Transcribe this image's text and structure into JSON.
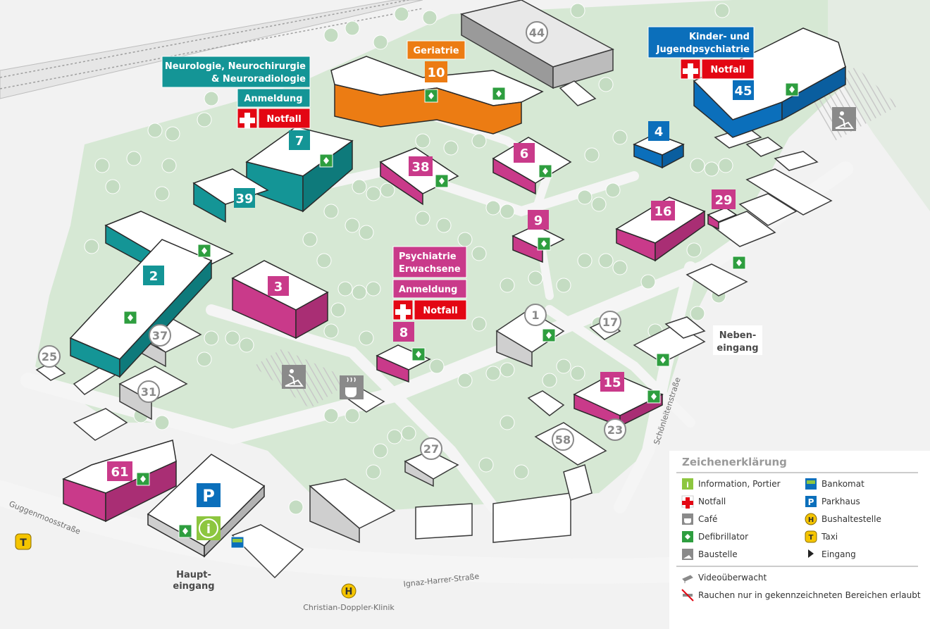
{
  "colors": {
    "teal": "#149596",
    "orange": "#ec7c13",
    "magenta": "#c93a8a",
    "blue": "#0b6fbb",
    "red": "#e30613",
    "green": "#2e9e3f",
    "grass": "#d6e8d4",
    "road": "#f4f4f4",
    "gray_num": "#8a8a8a"
  },
  "departments": {
    "neuro_line1": "Neurologie, Neurochirurgie",
    "neuro_line2": "& Neuroradiologie",
    "neuro_anmeldung": "Anmeldung",
    "neuro_notfall": "Notfall",
    "geriatrie": "Geriatrie",
    "kinder_line1": "Kinder- und",
    "kinder_line2": "Jugendpsychiatrie",
    "kinder_notfall": "Notfall",
    "psych_line1": "Psychiatrie",
    "psych_line2": "Erwachsene",
    "psych_anmeldung": "Anmeldung",
    "psych_notfall": "Notfall"
  },
  "buildings": {
    "b2": "2",
    "b3": "3",
    "b4": "4",
    "b6": "6",
    "b7": "7",
    "b8": "8",
    "b9": "9",
    "b10": "10",
    "b15": "15",
    "b16": "16",
    "b29": "29",
    "b38": "38",
    "b39": "39",
    "b44": "44",
    "b45": "45",
    "b61": "61",
    "b1": "1",
    "b17": "17",
    "b23": "23",
    "b25": "25",
    "b27": "27",
    "b31": "31",
    "b37": "37",
    "b58": "58"
  },
  "streets": {
    "guggenmoos": "Guggenmoosstraße",
    "ignaz": "Ignaz-Harrer-Straße",
    "schoenleiten": "Schönleitenstraße",
    "busstop": "Christian-Doppler-Klinik"
  },
  "entrances": {
    "haupt_line1": "Haupt-",
    "haupt_line2": "eingang",
    "neben_line1": "Neben-",
    "neben_line2": "eingang"
  },
  "legend": {
    "title": "Zeichenerklärung",
    "items": [
      {
        "label": "Information, Portier",
        "icon": "info-icon"
      },
      {
        "label": "Notfall",
        "icon": "emergency-cross-icon"
      },
      {
        "label": "Café",
        "icon": "coffee-icon"
      },
      {
        "label": "Defibrillator",
        "icon": "defibrillator-icon"
      },
      {
        "label": "Baustelle",
        "icon": "construction-icon"
      },
      {
        "label": "Bankomat",
        "icon": "atm-icon"
      },
      {
        "label": "Parkhaus",
        "icon": "parking-icon"
      },
      {
        "label": "Bushaltestelle",
        "icon": "bus-stop-icon"
      },
      {
        "label": "Taxi",
        "icon": "taxi-icon"
      },
      {
        "label": "Eingang",
        "icon": "entrance-arrow-icon"
      },
      {
        "label": "Videoüberwacht",
        "icon": "camera-icon"
      },
      {
        "label": "Rauchen nur in gekennzeichneten Bereichen erlaubt",
        "icon": "no-smoking-icon"
      }
    ]
  },
  "symbols": {
    "bus": "H",
    "taxi": "T",
    "parking": "P",
    "info": "i"
  }
}
